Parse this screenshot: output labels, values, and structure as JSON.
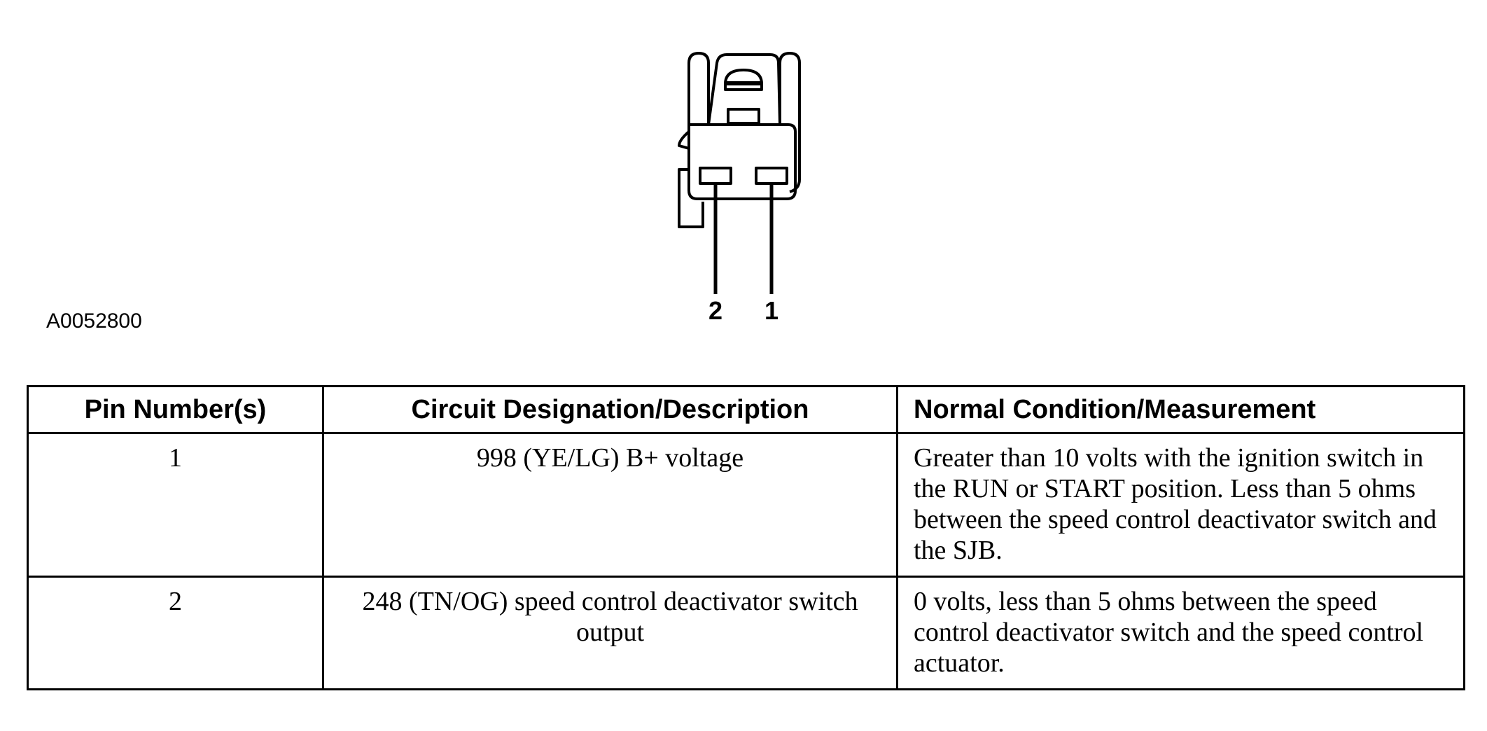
{
  "figure_id": "A0052800",
  "connector": {
    "pin_labels": [
      "2",
      "1"
    ]
  },
  "table": {
    "headers": [
      "Pin Number(s)",
      "Circuit Designation/Description",
      "Normal Condition/Measurement"
    ],
    "rows": [
      {
        "pin": "1",
        "circuit": "998 (YE/LG) B+ voltage",
        "condition": "Greater than 10 volts with the ignition switch in the RUN or START position. Less than 5 ohms between the speed control deactivator switch and the SJB."
      },
      {
        "pin": "2",
        "circuit": "248 (TN/OG) speed control deactivator switch output",
        "condition": "0 volts, less than 5 ohms between the speed control deactivator switch and the speed control actuator."
      }
    ]
  }
}
